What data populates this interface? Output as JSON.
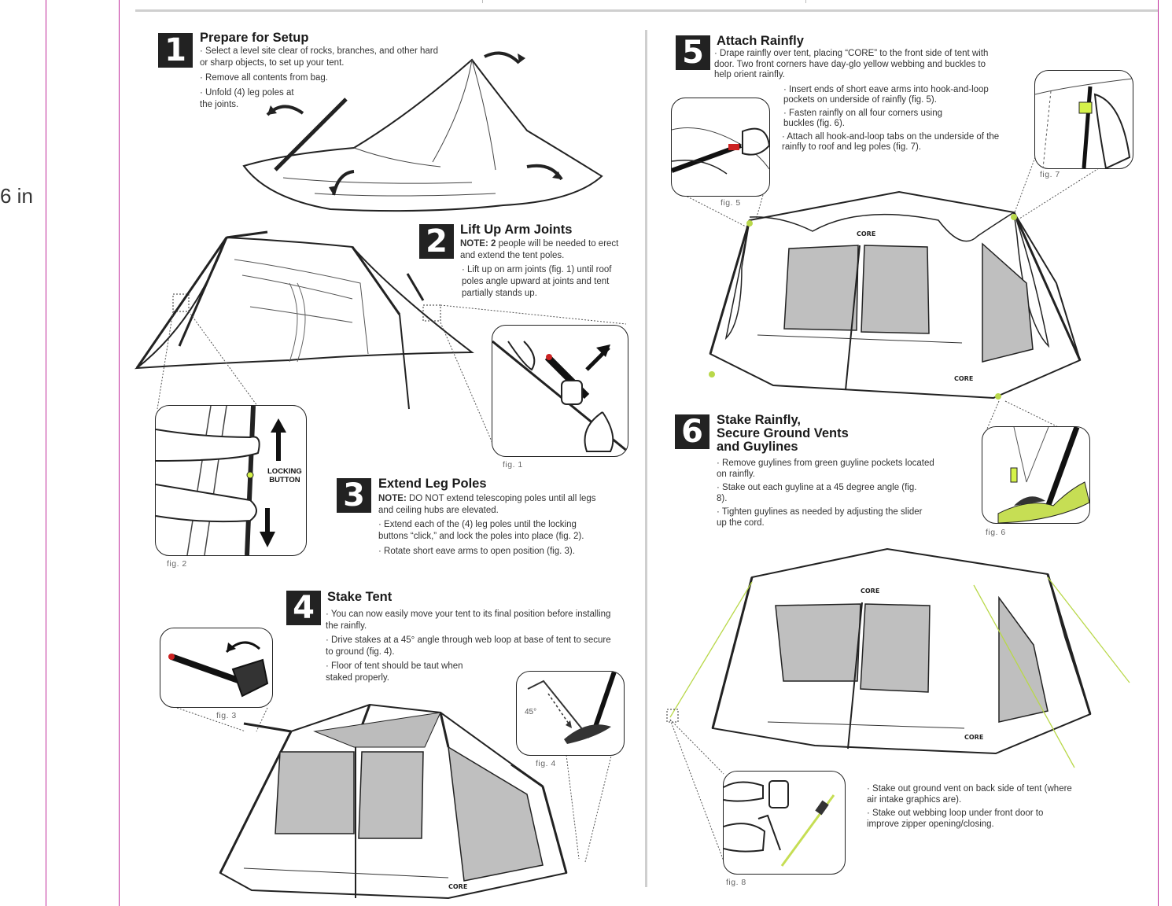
{
  "margin_label": "6 in",
  "steps": [
    {
      "num": "1",
      "title": "Prepare for Setup",
      "bullets": [
        "· Select a level site clear of rocks, branches, and other hard or sharp objects, to set up your tent.",
        "· Remove all contents from bag.",
        "· Unfold (4) leg poles at the joints."
      ]
    },
    {
      "num": "2",
      "title": "Lift Up Arm Joints",
      "note_label": "NOTE: 2",
      "note": " people will be needed to erect and extend the tent poles.",
      "bullets": [
        "· Lift up on arm joints (fig. 1) until roof poles angle upward at joints and tent partially stands up."
      ]
    },
    {
      "num": "3",
      "title": "Extend Leg Poles",
      "note_label": "NOTE:",
      "note": " DO NOT extend telescoping poles until all legs and ceiling hubs are elevated.",
      "bullets": [
        "· Extend each of the (4) leg poles until the locking buttons “click,” and lock the poles into place (fig. 2).",
        "· Rotate short eave arms to open position (fig. 3)."
      ]
    },
    {
      "num": "4",
      "title": "Stake Tent",
      "bullets": [
        "· You can now easily move your tent to its final position before installing the rainfly.",
        "·  Drive stakes at a 45° angle through web loop at base of tent to secure to ground (fig. 4).",
        "· Floor of tent should be taut when staked properly."
      ]
    },
    {
      "num": "5",
      "title": "Attach Rainfly",
      "bullets": [
        "· Drape rainfly over tent, placing “CORE” to the front side of tent with door. Two front corners have day-glo yellow webbing and buckles to help orient rainfly.",
        "· Insert ends of short eave arms into hook-and-loop pockets on underside of rainfly (fig. 5).",
        "· Fasten rainfly on all four corners using buckles (fig. 6).",
        "· Attach all hook-and-loop tabs on the underside of the rainfly to roof and leg poles (fig. 7)."
      ]
    },
    {
      "num": "6",
      "title_lines": [
        "Stake Rainfly,",
        "Secure Ground Vents",
        "and Guylines"
      ],
      "bullets": [
        "· Remove guylines from green guyline pockets located on rainfly.",
        "· Stake out each guyline at a 45 degree angle (fig. 8).",
        "· Tighten guylines as needed by adjusting the slider up the cord."
      ]
    }
  ],
  "extra_bullets": [
    "· Stake out ground vent on back side of tent (where air intake graphics are).",
    "· Stake out webbing loop under front door to improve zipper opening/closing."
  ],
  "figs": {
    "f1": "fig. 1",
    "f2": "fig. 2",
    "f3": "fig. 3",
    "f4": "fig. 4",
    "f5": "fig. 5",
    "f6": "fig. 6",
    "f7": "fig. 7",
    "f8": "fig. 8"
  },
  "locking_button": [
    "LOCKING",
    "BUTTON"
  ],
  "angle_label": "45°",
  "brand": "CORE"
}
